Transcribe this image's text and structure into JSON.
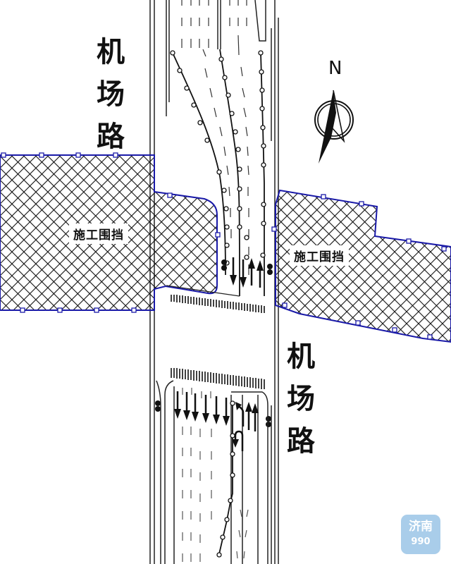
{
  "road_labels": {
    "north": {
      "chars": [
        "机",
        "场",
        "路"
      ],
      "text": "机场路"
    },
    "south": {
      "chars": [
        "机",
        "场",
        "路"
      ],
      "text": "机场路"
    }
  },
  "hoardings": {
    "left": {
      "label": "施工围挡"
    },
    "right": {
      "label": "施工围挡"
    }
  },
  "north_arrow": {
    "label": "N"
  },
  "lane_arrows": {
    "northbound_top": [
      "down",
      "down",
      "up",
      "up"
    ],
    "southbound_bottom": [
      "down",
      "down",
      "down",
      "down",
      "down",
      "down"
    ],
    "northbound_bottom": [
      "left-turn",
      "up",
      "up",
      "u-turn"
    ]
  },
  "watermark": {
    "title": "济南",
    "subtitle": "990"
  },
  "colors": {
    "hoarding_outline": "#1a1aa8",
    "hatch": "#111111",
    "line": "#222222",
    "watermark_bg": "#a9cdea"
  }
}
